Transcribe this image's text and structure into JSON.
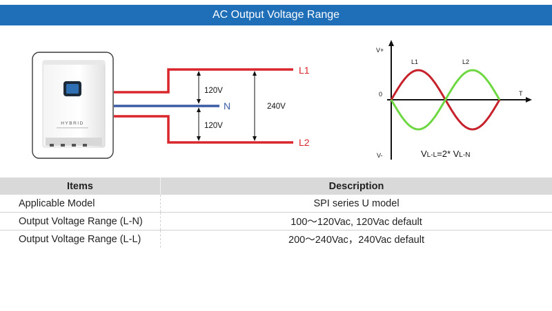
{
  "title": "AC Output Voltage Range",
  "device": {
    "label": "HYBRID"
  },
  "wiring": {
    "l1_label": "L1",
    "n_label": "N",
    "l2_label": "L2",
    "ln_upper": "120V",
    "ln_lower": "120V",
    "ll_voltage": "240V",
    "colors": {
      "live": "#d9262c",
      "neutral": "#3a5ba6"
    }
  },
  "waveform": {
    "v_plus": "V+",
    "v_minus": "V-",
    "zero": "0",
    "t_axis": "T",
    "l1_label": "L1",
    "l2_label": "L2",
    "formula": {
      "lhs": "V",
      "lhs_sub": "L-L",
      "mid": "=2* V",
      "rhs_sub": "L-N"
    },
    "colors": {
      "l1": "#c5222b",
      "l2": "#6ed842"
    }
  },
  "table": {
    "headers": {
      "items": "Items",
      "description": "Description"
    },
    "rows": [
      {
        "item": "Applicable Model",
        "description": "SPI series U model"
      },
      {
        "item": "Output Voltage Range (L-N)",
        "description": "100～120Vac, 120Vac default"
      },
      {
        "item": "Output Voltage Range (L-L)",
        "description": "200～240Vac，240Vac default"
      }
    ]
  }
}
